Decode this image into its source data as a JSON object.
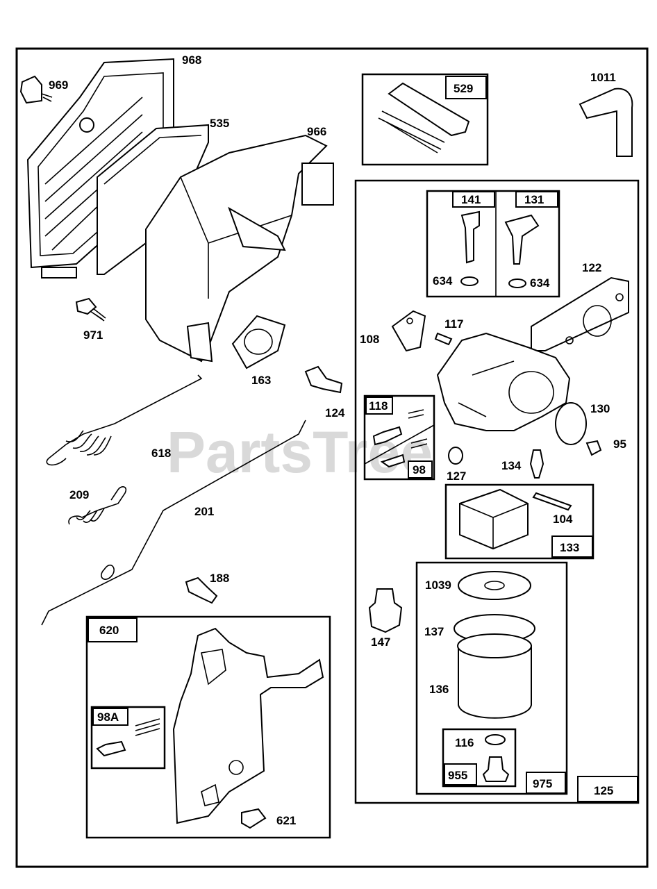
{
  "watermark": "PartsTree",
  "labels": {
    "p968": "968",
    "p969": "969",
    "p535": "535",
    "p966": "966",
    "p971": "971",
    "p163": "163",
    "p124": "124",
    "p618": "618",
    "p209": "209",
    "p201": "201",
    "p188": "188",
    "p620": "620",
    "p98a": "98A",
    "p621": "621",
    "p529": "529",
    "p1011": "1011",
    "p141": "141",
    "p131": "131",
    "p634a": "634",
    "p634b": "634",
    "p122": "122",
    "p108": "108",
    "p117": "117",
    "p118": "118",
    "p98": "98",
    "p127": "127",
    "p134": "134",
    "p130": "130",
    "p95": "95",
    "p104": "104",
    "p133": "133",
    "p147": "147",
    "p1039": "1039",
    "p137": "137",
    "p136": "136",
    "p116": "116",
    "p955": "955",
    "p975": "975",
    "p125": "125"
  }
}
